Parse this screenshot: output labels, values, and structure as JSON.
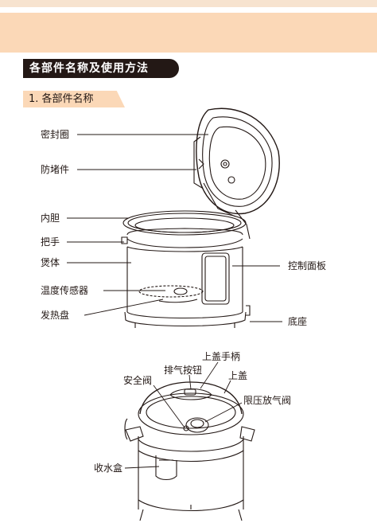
{
  "section": {
    "title": "各部件名称及使用方法"
  },
  "subsection": {
    "title": "1. 各部件名称"
  },
  "labels": {
    "sealing_ring": "密封圈",
    "anti_block": "防堵件",
    "inner_pot": "内胆",
    "handle": "把手",
    "body": "煲体",
    "temp_sensor": "温度传感器",
    "heating_plate": "发热盘",
    "control_panel": "控制面板",
    "base": "底座",
    "lid_handle": "上盖手柄",
    "vent_button": "排气按钮",
    "lid": "上盖",
    "safety_valve": "安全阀",
    "pressure_valve": "限压放气阀",
    "water_box": "收水盒"
  },
  "colors": {
    "header_band": "#fbd8b7",
    "top_stripe": "#f7e3cf",
    "pill": "#231815",
    "line": "#231815"
  }
}
